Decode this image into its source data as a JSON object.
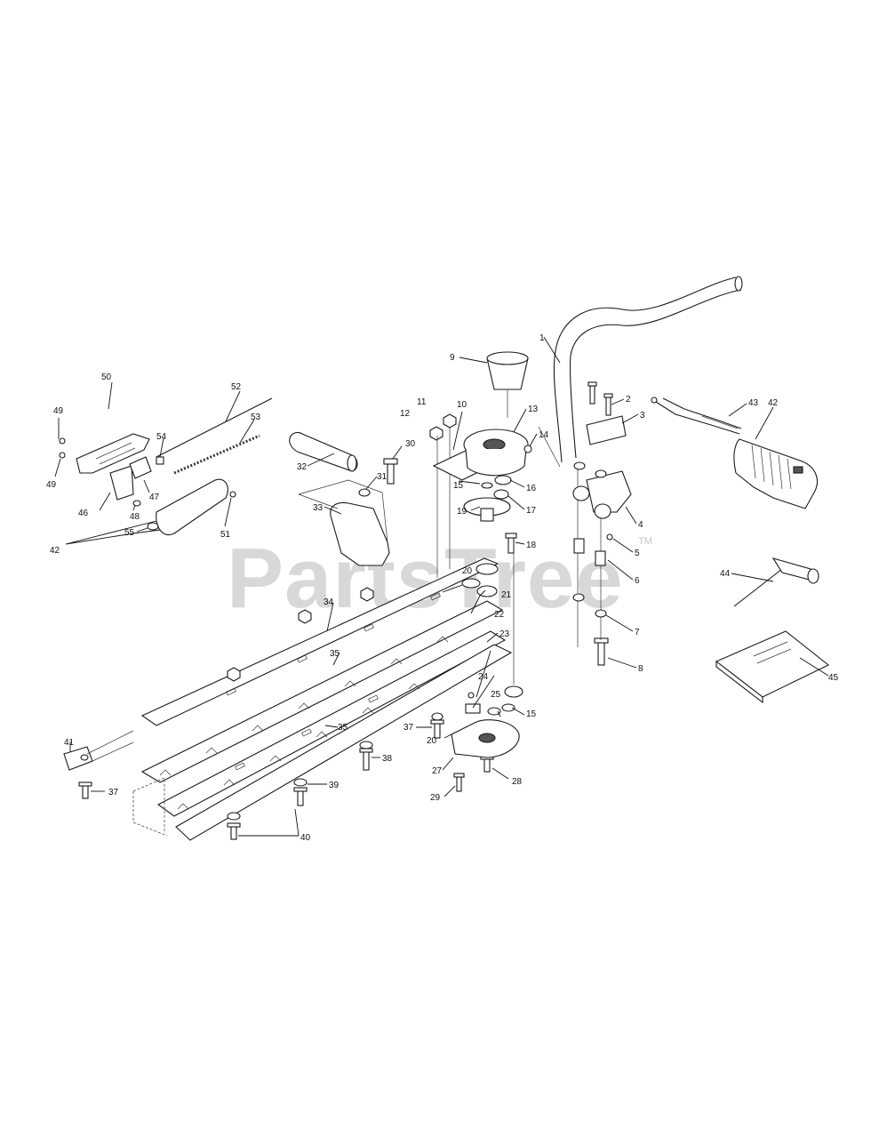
{
  "watermark": {
    "text": "PartsTree",
    "trademark": "TM"
  },
  "callouts": [
    "1",
    "2",
    "3",
    "4",
    "5",
    "6",
    "7",
    "8",
    "9",
    "10",
    "11",
    "12",
    "13",
    "14",
    "15",
    "15",
    "15",
    "16",
    "17",
    "18",
    "19",
    "20",
    "20",
    "21",
    "22",
    "23",
    "24",
    "25",
    "27",
    "28",
    "29",
    "30",
    "31",
    "32",
    "33",
    "34",
    "35",
    "35",
    "37",
    "37",
    "38",
    "39",
    "40",
    "41",
    "42",
    "42",
    "43",
    "44",
    "45",
    "46",
    "47",
    "48",
    "49",
    "49",
    "50",
    "51",
    "52",
    "53",
    "54",
    "55"
  ]
}
